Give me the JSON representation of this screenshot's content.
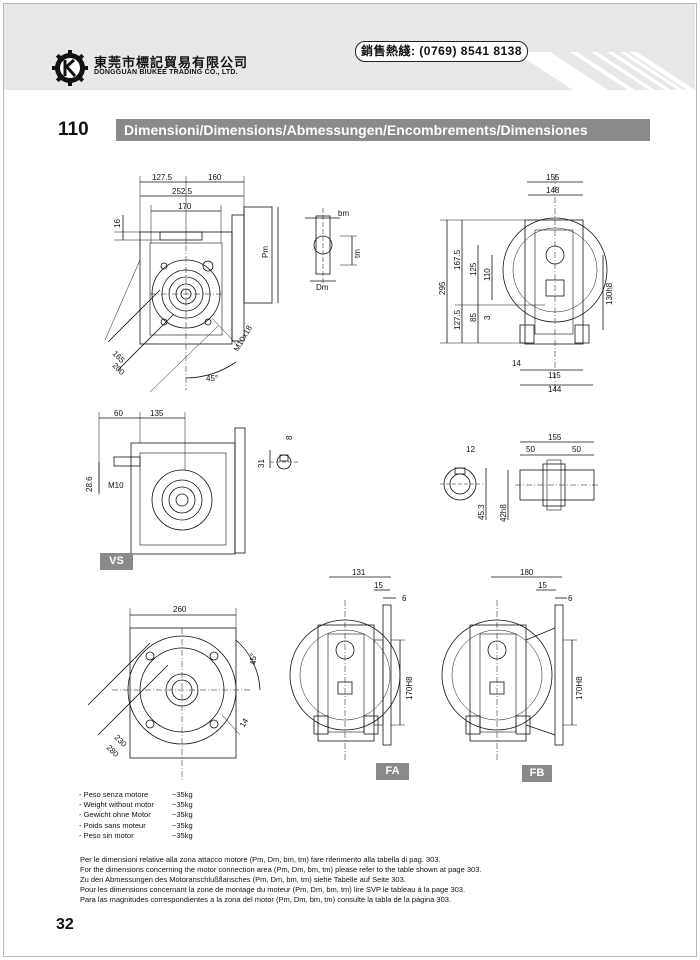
{
  "company": {
    "name_cn": "東莞市標記貿易有限公司",
    "name_en": "DONGGUAN BIUKEE TRADING CO., LTD.",
    "hotline": "銷售熱綫: (0769) 8541 8138"
  },
  "section": {
    "size": "110",
    "title": "Dimensioni/Dimensions/Abmessungen/Encombrements/Dimensiones"
  },
  "view_front": {
    "dims": [
      "127.5",
      "160",
      "252.5",
      "170",
      "16",
      "Pm",
      "165",
      "200",
      "45°",
      "M10x18"
    ]
  },
  "view_key": {
    "dims": [
      "bm",
      "tm",
      "Dm"
    ]
  },
  "view_side": {
    "dims": [
      "155",
      "148",
      "295",
      "167.5",
      "127.5",
      "125",
      "85",
      "110",
      "3",
      "130h8",
      "14",
      "115",
      "144"
    ]
  },
  "view_vs": {
    "label": "VS",
    "dims": [
      "60",
      "135",
      "8",
      "31",
      "28.6",
      "M10"
    ]
  },
  "view_shaft": {
    "dims": [
      "12",
      "45.3",
      "155",
      "50",
      "50",
      "42h8"
    ]
  },
  "view_flange": {
    "dims": [
      "260",
      "45°",
      "14",
      "230",
      "280"
    ]
  },
  "view_fa": {
    "label": "FA",
    "dims": [
      "131",
      "15",
      "6",
      "170H8"
    ]
  },
  "view_fb": {
    "label": "FB",
    "dims": [
      "180",
      "15",
      "6",
      "170H8"
    ]
  },
  "weights": [
    {
      "label": "- Peso senza motore",
      "value": "~35kg"
    },
    {
      "label": "- Weight without motor",
      "value": "~35kg"
    },
    {
      "label": "- Gewicht ohne Motor",
      "value": "~35kg"
    },
    {
      "label": "- Poids sans moteur",
      "value": "~35kg"
    },
    {
      "label": "- Peso sin motor",
      "value": "~35kg"
    }
  ],
  "notes": [
    "Per le dimensioni relative alla zona attacco motore (Pm, Dm, bm, tm) fare riferimento alla tabella di pag. 303.",
    "For the dimensions concerning the motor connection area (Pm, Dm, bm, tm) please refer to the table shown at page 303.",
    "Zu den Abmessungen des Motoranschlußflansches  (Pm, Dm, bm, tm) siehe Tabelle auf Seite 303.",
    "Pour les dimensions concernant la zone de montage du  moteur (Pm, Dm, bm, tm) lire SVP le tableau à la page 303.",
    "Para las magnitudes correspondientes a la zona del motor (Pm, Dm, bm, tm) consulte la tabla de la página 303."
  ],
  "page_number": "32"
}
